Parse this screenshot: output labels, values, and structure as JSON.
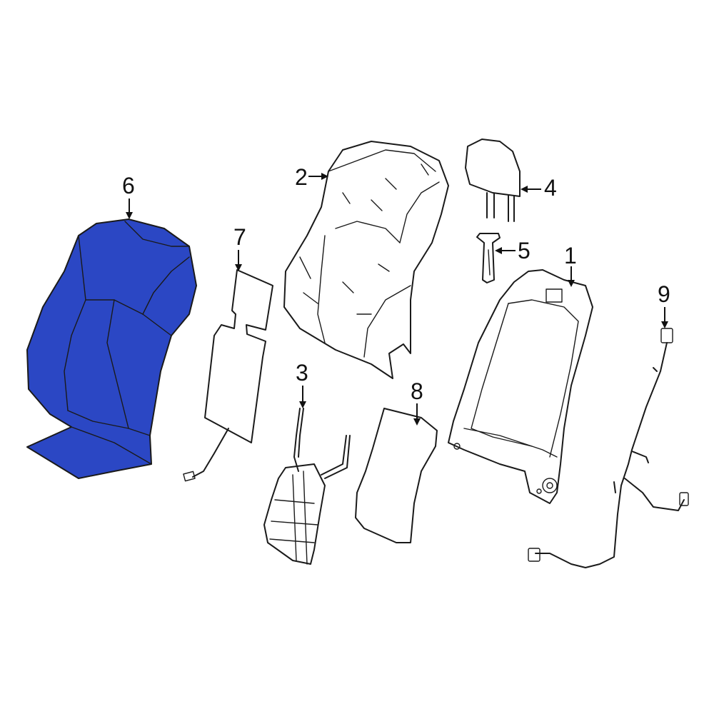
{
  "colors": {
    "highlight": "#2b47c4",
    "line": "#1a1a1a",
    "background": "#ffffff"
  },
  "callouts": [
    {
      "id": "1",
      "label": "1"
    },
    {
      "id": "2",
      "label": "2"
    },
    {
      "id": "3",
      "label": "3"
    },
    {
      "id": "4",
      "label": "4"
    },
    {
      "id": "5",
      "label": "5"
    },
    {
      "id": "6",
      "label": "6"
    },
    {
      "id": "7",
      "label": "7"
    },
    {
      "id": "8",
      "label": "8"
    },
    {
      "id": "9",
      "label": "9"
    }
  ],
  "highlighted_part": "6",
  "icons": [
    "seat-back-cover",
    "seat-back-pad",
    "lumbar-support",
    "headrest",
    "headrest-guide",
    "seat-back-frame",
    "heater-element",
    "seat-pad-insert",
    "wire-harness"
  ]
}
